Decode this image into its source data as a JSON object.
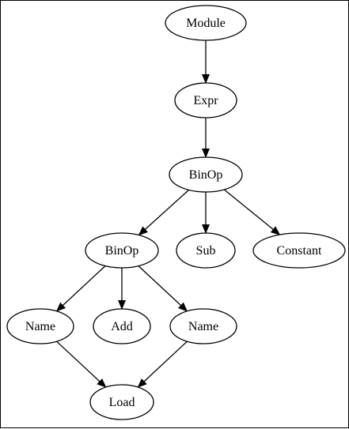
{
  "diagram": {
    "type": "tree-graph",
    "stroke": "#000000",
    "fill": "#ffffff",
    "nodes": [
      {
        "id": "module",
        "label": "Module"
      },
      {
        "id": "expr",
        "label": "Expr"
      },
      {
        "id": "binop1",
        "label": "BinOp"
      },
      {
        "id": "binop2",
        "label": "BinOp"
      },
      {
        "id": "sub",
        "label": "Sub"
      },
      {
        "id": "constant",
        "label": "Constant"
      },
      {
        "id": "name1",
        "label": "Name"
      },
      {
        "id": "add",
        "label": "Add"
      },
      {
        "id": "name2",
        "label": "Name"
      },
      {
        "id": "load",
        "label": "Load"
      }
    ],
    "edges": [
      {
        "from": "module",
        "to": "expr"
      },
      {
        "from": "expr",
        "to": "binop1"
      },
      {
        "from": "binop1",
        "to": "binop2"
      },
      {
        "from": "binop1",
        "to": "sub"
      },
      {
        "from": "binop1",
        "to": "constant"
      },
      {
        "from": "binop2",
        "to": "name1"
      },
      {
        "from": "binop2",
        "to": "add"
      },
      {
        "from": "binop2",
        "to": "name2"
      },
      {
        "from": "name1",
        "to": "load"
      },
      {
        "from": "name2",
        "to": "load"
      }
    ]
  }
}
